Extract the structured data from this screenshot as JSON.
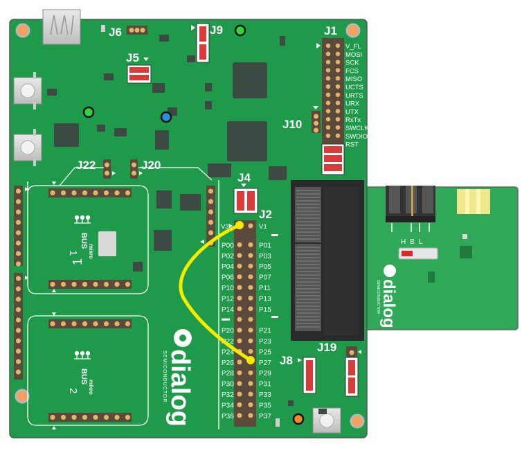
{
  "connectors": {
    "j6": "J6",
    "j9": "J9",
    "j1": "J1",
    "j5": "J5",
    "j10": "J10",
    "j22": "J22",
    "j20": "J20",
    "j4": "J4",
    "j2": "J2",
    "j8": "J8",
    "j19": "J19"
  },
  "j1_pins": [
    "V_FL",
    "MOSI",
    "SCK",
    "FCS",
    "MISO",
    "UCTS",
    "URTS",
    "URX",
    "UTX",
    "RxTx",
    "SWCLK",
    "SWDIO",
    "RST"
  ],
  "j2_pins": {
    "v_left": "V3",
    "v_right": "V1",
    "left": [
      "P00",
      "P02",
      "P04",
      "P06",
      "P10",
      "P12",
      "P14",
      "",
      "P20",
      "P22",
      "P24",
      "P26",
      "P28",
      "P30",
      "P32",
      "P34",
      "P36"
    ],
    "right": [
      "P01",
      "P03",
      "P05",
      "P07",
      "P11",
      "P13",
      "P15",
      "",
      "P21",
      "P23",
      "P25",
      "P27",
      "P29",
      "P31",
      "P33",
      "P35",
      "P37"
    ]
  },
  "mikrobus": {
    "brand": "mikro",
    "bus": "BUS",
    "tm": "™",
    "slot1": "1",
    "slot2": "2"
  },
  "brand": {
    "name": "dialog",
    "tagline": "SEMICONDUCTOR"
  },
  "daughter": {
    "switch_labels": [
      "H",
      "B",
      "L"
    ],
    "name": "dialog",
    "tagline": "SEMICONDUCTOR"
  },
  "colors": {
    "pcb": "#1f9a4a",
    "pcb_dark": "#167a3a",
    "wire": "#f5eb00",
    "led_green": "#38d23a",
    "led_blue": "#2a8fd8",
    "led_orange": "#f08a2a"
  }
}
